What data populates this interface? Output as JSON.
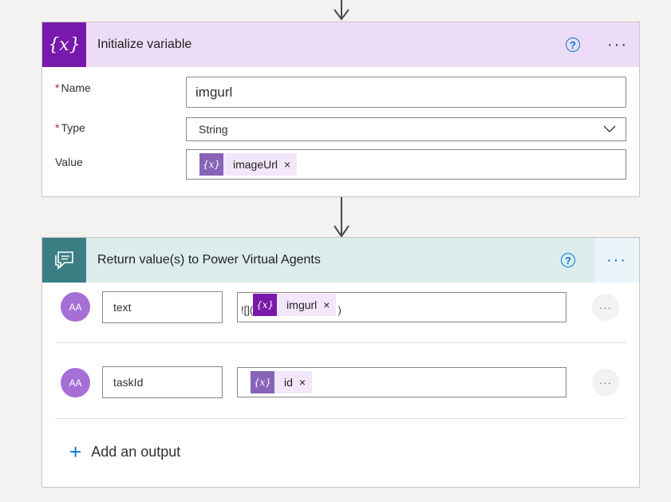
{
  "init_card": {
    "title": "Initialize variable",
    "icon": "variable-icon",
    "icon_glyph": "{x}",
    "help_glyph": "?",
    "more_glyph": "···",
    "fields": {
      "name_label": "Name",
      "name_value": "imgurl",
      "type_label": "Type",
      "type_value": "String",
      "value_label": "Value",
      "value_token": "imageUrl"
    },
    "required_marker": "*",
    "colors": {
      "header_bg": "#eddcf7",
      "icon_bg": "#7719aa"
    }
  },
  "return_card": {
    "title": "Return value(s) to Power Virtual Agents",
    "icon": "chat-bubble-icon",
    "help_glyph": "?",
    "more_glyph": "···",
    "outputs": [
      {
        "avatar_glyph": "AA",
        "name": "text",
        "prefix": "![](",
        "token": "imgurl",
        "token_glyph": "{x}",
        "suffix": ")"
      },
      {
        "avatar_glyph": "AA",
        "name": "taskId",
        "token": "id",
        "token_glyph": "{x}"
      }
    ],
    "row_more_glyph": "···",
    "add_output_label": "Add an output",
    "add_glyph": "+",
    "colors": {
      "header_bg": "#dbecec",
      "icon_bg": "#3a7e83"
    }
  },
  "token_remove_glyph": "×",
  "colors": {
    "accent": "#0078d4",
    "token_icon": "#8764b8",
    "token_icon_dark": "#7719aa",
    "token_bg": "#f2e6fa"
  }
}
